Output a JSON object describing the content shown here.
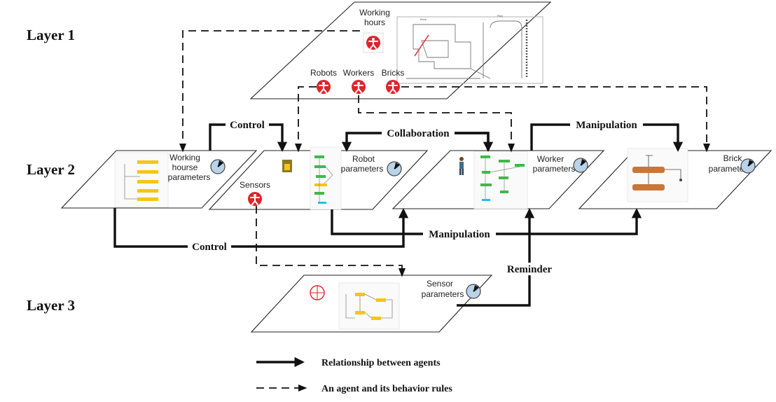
{
  "layers": {
    "layer1": "Layer 1",
    "layer2": "Layer 2",
    "layer3": "Layer 3"
  },
  "layer1_agents": {
    "working_hours_line1": "Working",
    "working_hours_line2": "hours",
    "robots": "Robots",
    "workers": "Workers",
    "bricks": "Bricks"
  },
  "layer2_planes": {
    "working_hourse_line1": "Working",
    "working_hourse_line2": "hourse",
    "working_hourse_line3": "parameters",
    "sensors": "Sensors",
    "robot_line1": "Robot",
    "robot_line2": "parameters",
    "worker_line1": "Worker",
    "worker_line2": "parameters",
    "brick_line1": "Brick",
    "brick_line2": "parameters"
  },
  "layer3_planes": {
    "sensor_line1": "Sensor",
    "sensor_line2": "parameters"
  },
  "relations": {
    "control_top": "Control",
    "collaboration": "Collaboration",
    "manipulation_top": "Manipulation",
    "manipulation_mid": "Manipulation",
    "control_bottom": "Control",
    "reminder": "Reminder"
  },
  "legend": {
    "solid_label": "Relationship between agents",
    "dashed_label": "An agent and its behavior rules"
  },
  "colors": {
    "agent_icon": "#d9262b",
    "flow_box": "#f5c518",
    "brick_box": "#c8763a",
    "sim_box": "#3fb94b",
    "cyan_box": "#22c3e6"
  }
}
